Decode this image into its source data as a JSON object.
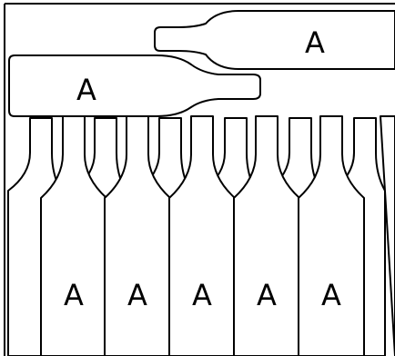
{
  "diagram": {
    "labels": {
      "top_bottle_right": "A",
      "top_bottle_left": "A",
      "upright_1": "A",
      "upright_2": "A",
      "upright_3": "A",
      "upright_4": "A",
      "upright_5": "A"
    },
    "stroke_color": "#000000",
    "background_color": "#ffffff"
  }
}
